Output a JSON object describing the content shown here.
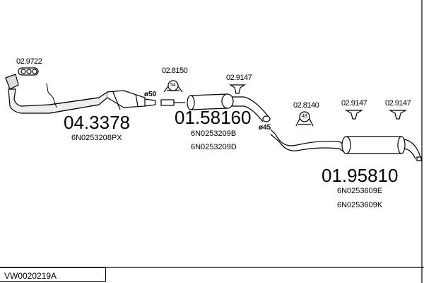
{
  "diagram_ref": "VW0020219A",
  "parts": [
    {
      "number": "04.3378",
      "oe_numbers": [
        "6N0253208PX"
      ],
      "type": "catalytic converter front pipe"
    },
    {
      "number": "01.58160",
      "oe_numbers": [
        "6N0253209B",
        "6N0253209D"
      ],
      "type": "middle silencer"
    },
    {
      "number": "01.95810",
      "oe_numbers": [
        "6N0253609E",
        "6N0253609K"
      ],
      "type": "rear silencer"
    }
  ],
  "clamps": [
    {
      "number": "02.9722",
      "label": ""
    },
    {
      "number": "02.8150",
      "label": "54"
    },
    {
      "number": "02.9147",
      "label": ""
    },
    {
      "number": "02.8140",
      "label": "48"
    },
    {
      "number": "02.9147",
      "label": ""
    },
    {
      "number": "02.9147",
      "label": ""
    }
  ],
  "diameters": [
    "ø50",
    "ø45"
  ]
}
